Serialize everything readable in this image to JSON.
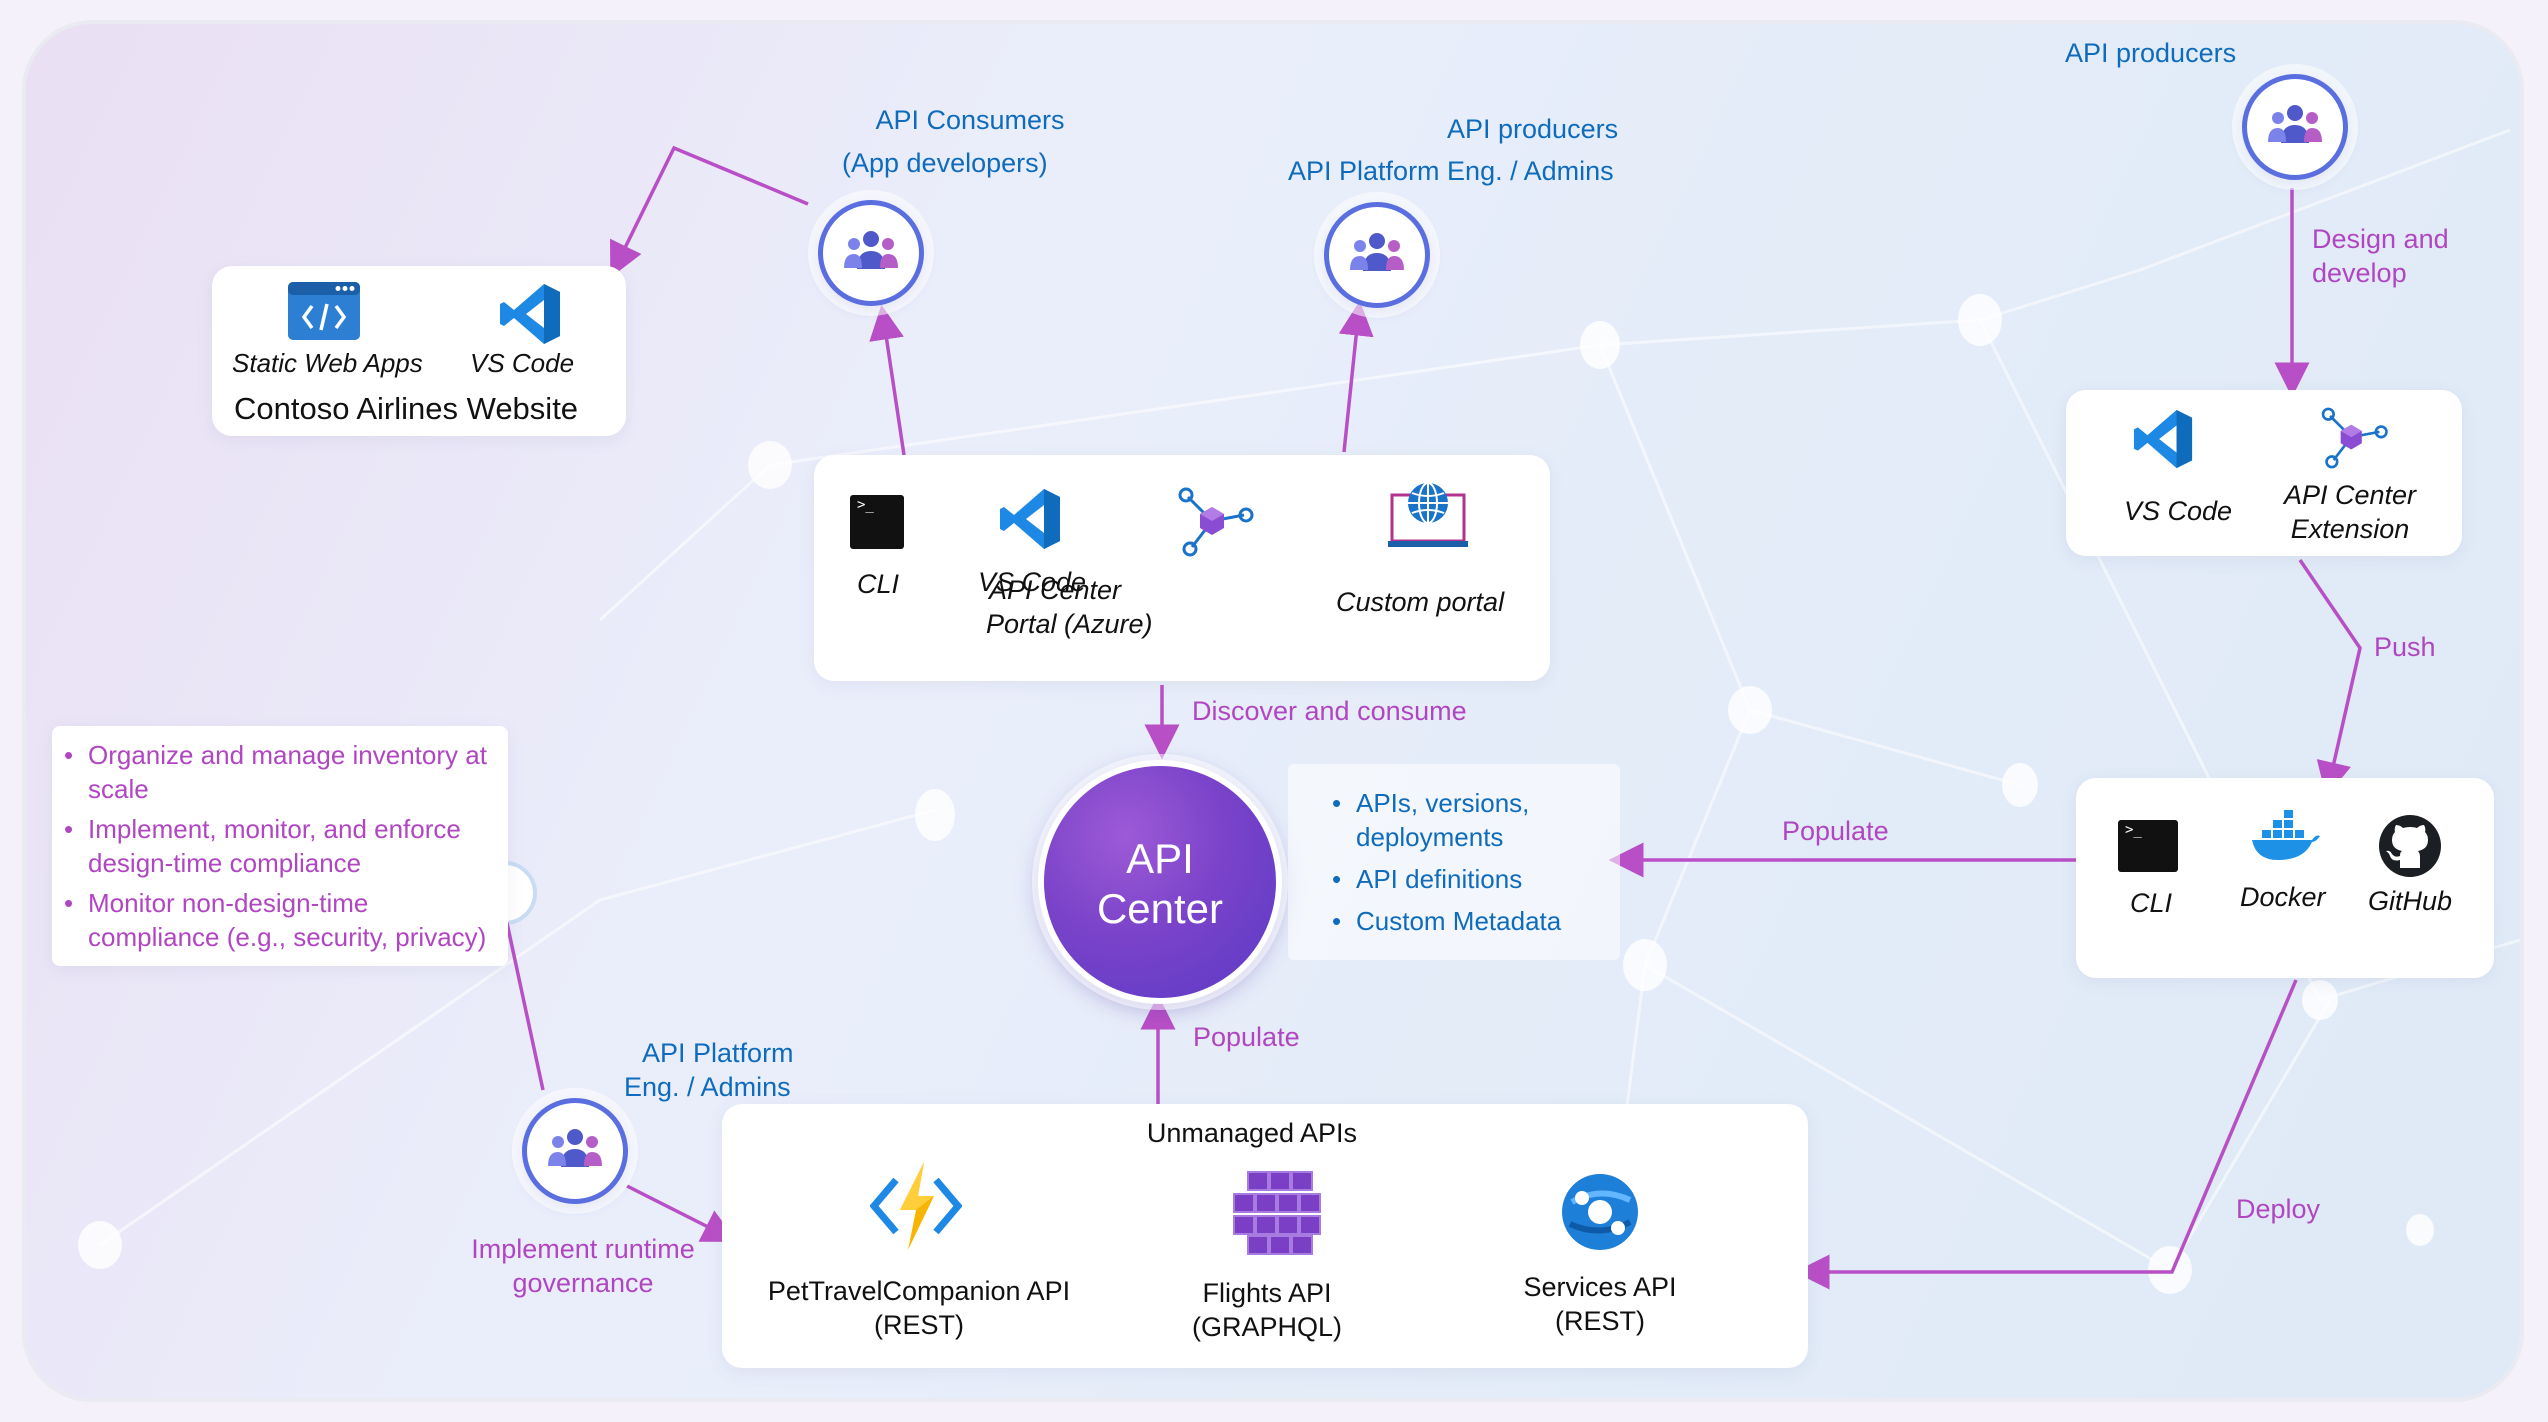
{
  "consumers": {
    "title_line1": "API Consumers",
    "title_line2": "(App developers)"
  },
  "producers_center": {
    "title_line1": "API producers",
    "title_line2": "API Platform Eng. / Admins"
  },
  "producers_right": {
    "title": "API producers"
  },
  "website_card": {
    "items": [
      {
        "label": "Static Web Apps",
        "icon": "static-web-apps-icon"
      },
      {
        "label": "VS Code",
        "icon": "vscode-icon"
      }
    ],
    "title": "Contoso Airlines Website"
  },
  "tools_card": {
    "items": [
      {
        "label": "CLI",
        "icon": "terminal-icon"
      },
      {
        "label": "VS Code",
        "icon": "vscode-icon"
      },
      {
        "label_line1": "API Center",
        "label_line2": "Portal (Azure)",
        "icon": "api-center-icon"
      },
      {
        "label": "Custom portal",
        "icon": "globe-laptop-icon"
      }
    ]
  },
  "design_step": {
    "line1": "Design and",
    "line2": "develop"
  },
  "dev_card": {
    "vscode": "VS Code",
    "ext_line1": "API Center",
    "ext_line2": "Extension"
  },
  "push_label": "Push",
  "deploy_card": {
    "cli": "CLI",
    "docker": "Docker",
    "github": "GitHub"
  },
  "discover_label": "Discover and consume",
  "hub": {
    "line1": "API",
    "line2": "Center"
  },
  "metadata": [
    "APIs, versions, deployments",
    "API definitions",
    "Custom Metadata"
  ],
  "populate_right": "Populate",
  "populate_bottom": "Populate",
  "deploy_label": "Deploy",
  "governance_list": [
    "Organize and manage inventory at scale",
    "Implement, monitor, and enforce design-time compliance",
    "Monitor non-design-time compliance (e.g., security, privacy)"
  ],
  "platform_bottom": {
    "line1": "API Platform",
    "line2": "Eng. / Admins"
  },
  "runtime": {
    "line1": "Implement runtime",
    "line2": "governance"
  },
  "unmanaged": {
    "title": "Unmanaged APIs",
    "apis": [
      {
        "name": "PetTravelCompanion API",
        "type": "(REST)",
        "icon": "azure-functions-icon"
      },
      {
        "name": "Flights API",
        "type": "(GRAPHQL)",
        "icon": "kubernetes-cluster-icon"
      },
      {
        "name": "Services API",
        "type": "(REST)",
        "icon": "api-management-icon"
      }
    ]
  },
  "colors": {
    "blue_text": "#0f6cbd",
    "purple_text": "#b146c2",
    "arrow": "#b94fc6",
    "hub": "#7a43c9"
  }
}
